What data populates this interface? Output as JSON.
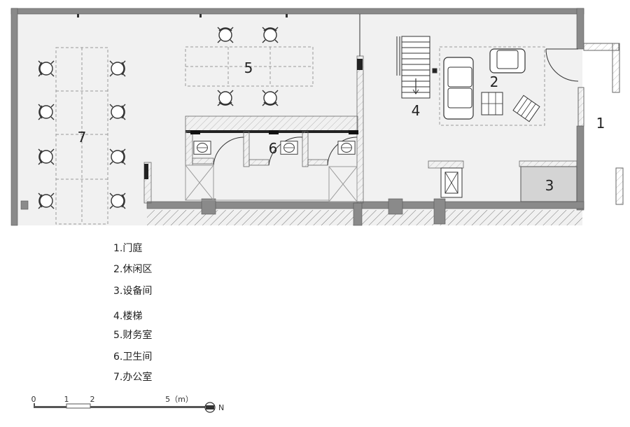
{
  "rooms": {
    "r1": "1",
    "r2": "2",
    "r3": "3",
    "r4": "4",
    "r5": "5",
    "r6": "6",
    "r7": "7"
  },
  "legend": [
    {
      "label": "1.门庭"
    },
    {
      "label": "2.休闲区"
    },
    {
      "label": "3.设备间"
    },
    {
      "label": "4.楼梯"
    },
    {
      "label": "5.财务室"
    },
    {
      "label": "6.卫生间"
    },
    {
      "label": "7.办公室"
    }
  ],
  "scale": {
    "t0": "0",
    "t1": "1",
    "t2": "2",
    "t5": "5（m）"
  },
  "north": {
    "label": "N"
  },
  "colors": {
    "wall": "#8a8a8a",
    "floor": "#f1f1f1",
    "equipment": "#d4d4d4",
    "line": "#333333",
    "dashed": "#999999"
  }
}
